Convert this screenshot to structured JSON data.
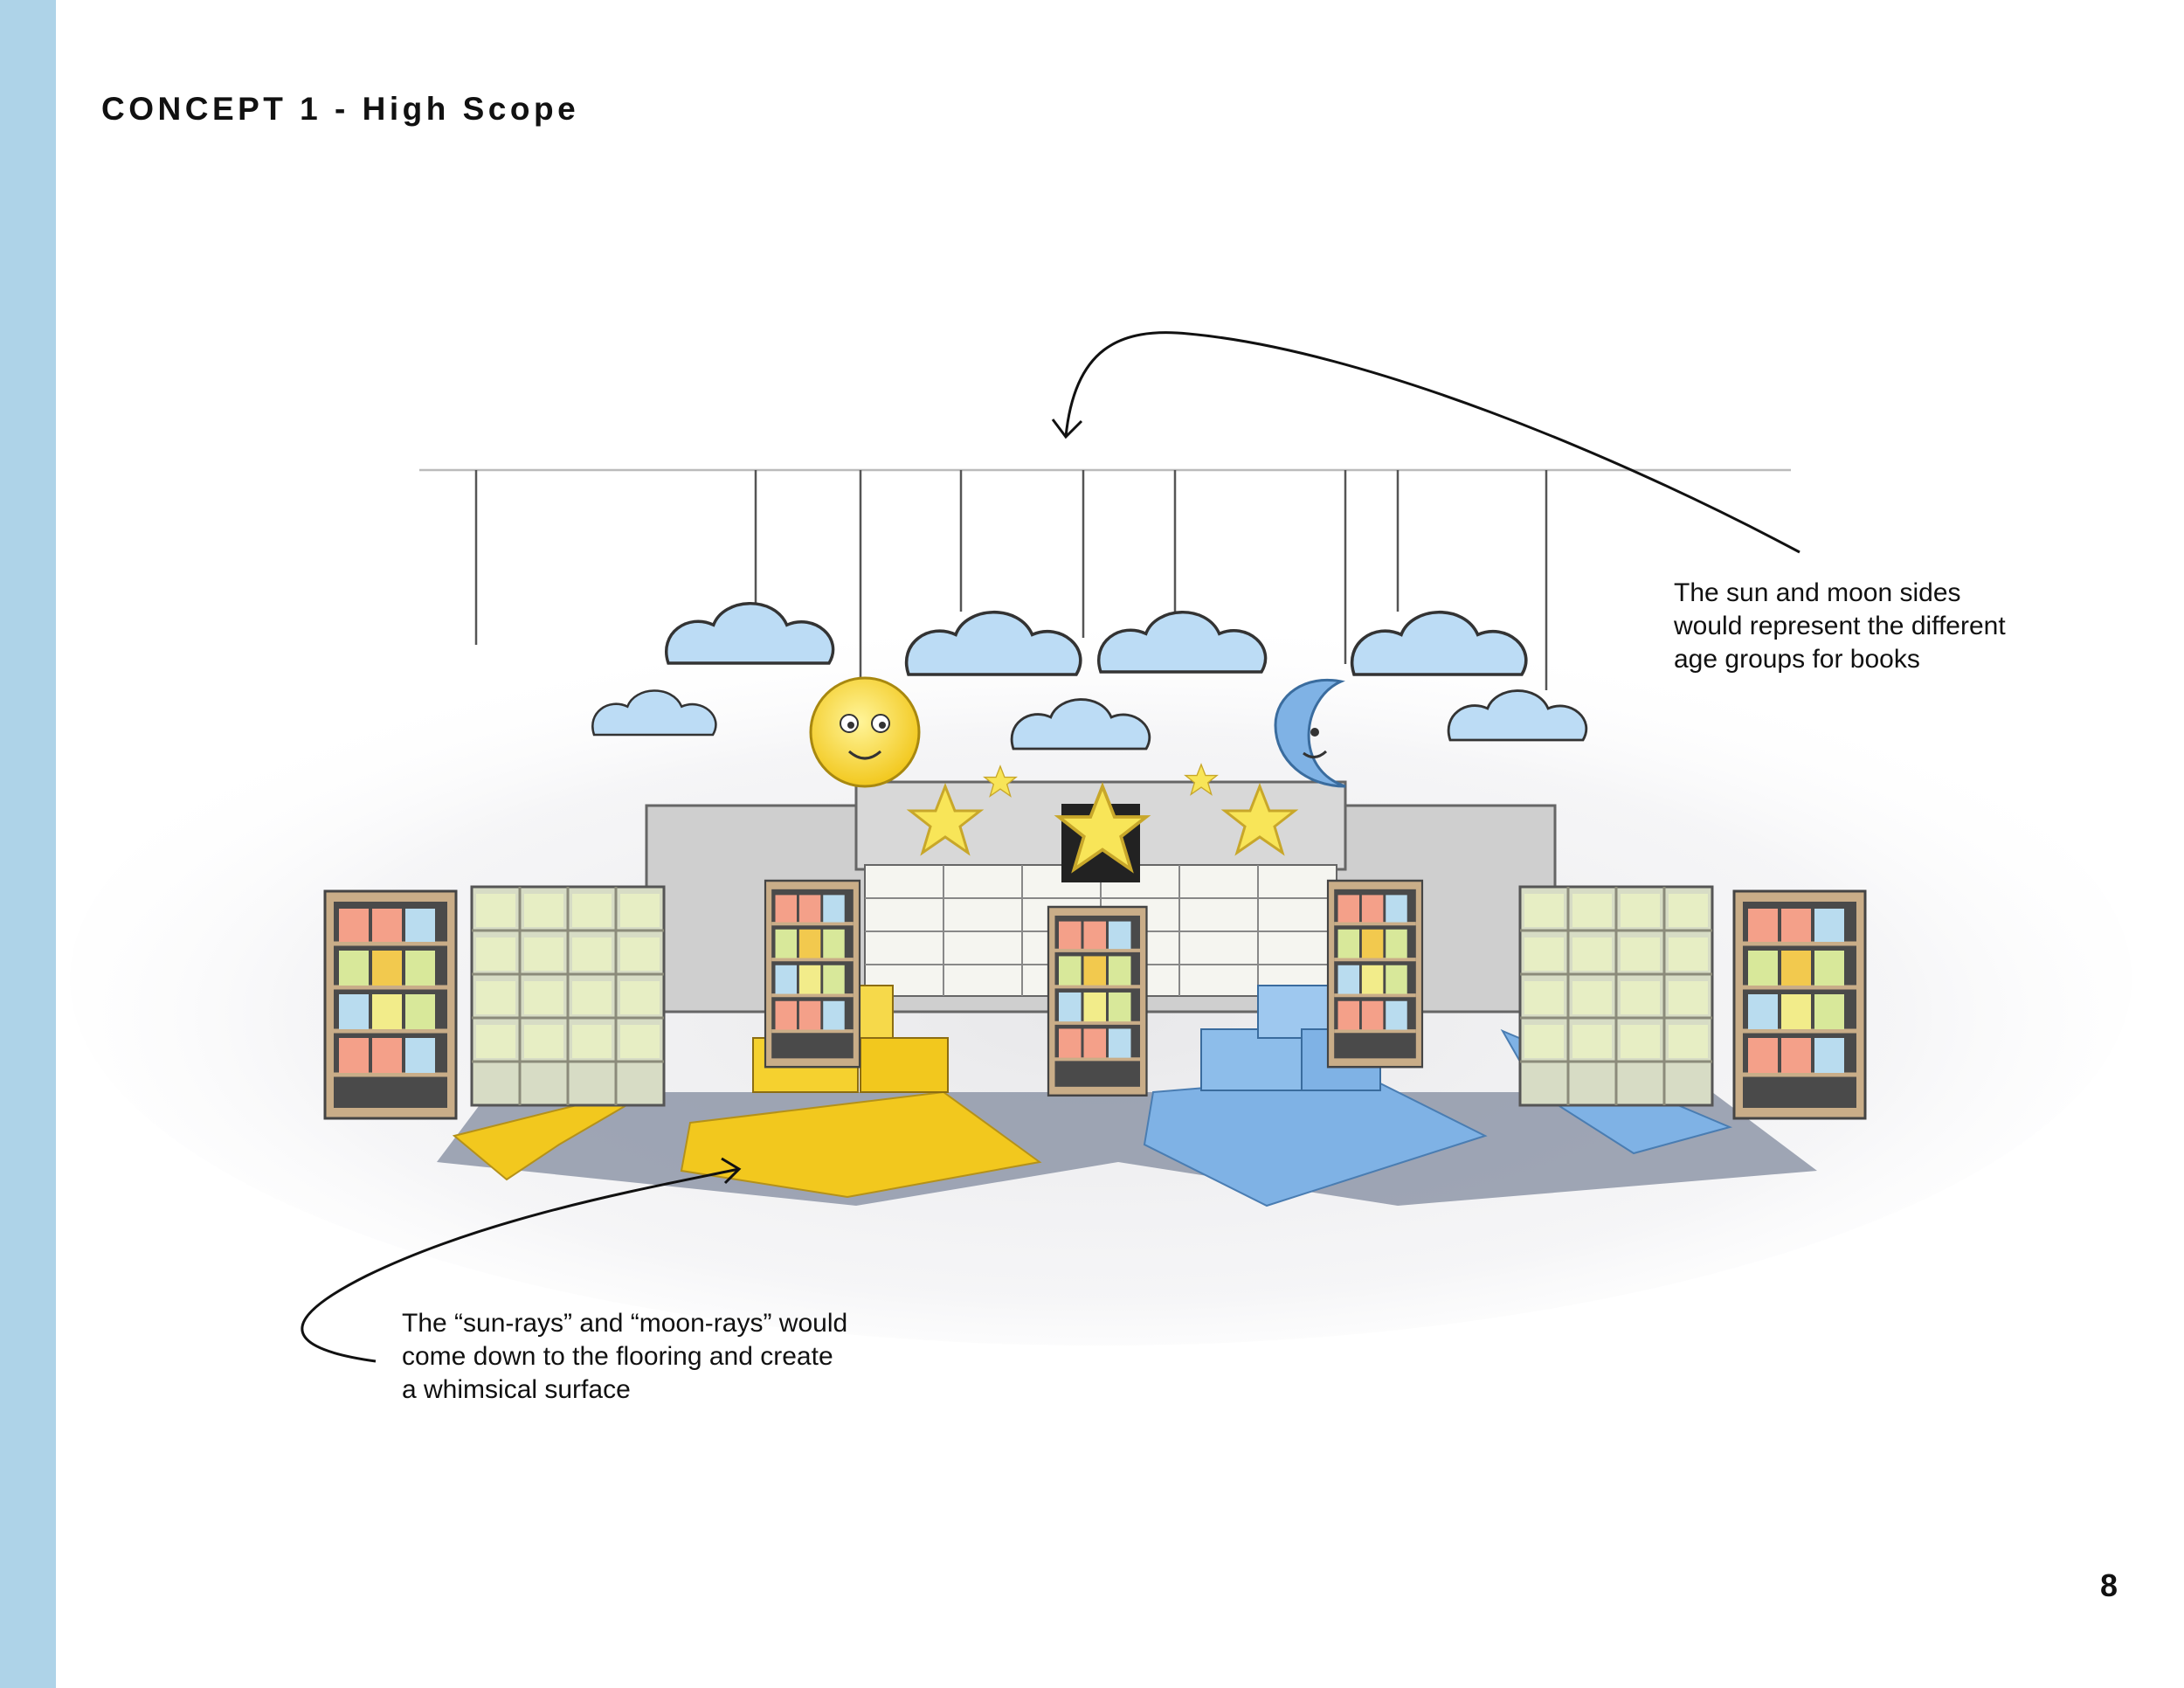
{
  "slide": {
    "title": "CONCEPT 1 - High Scope",
    "page_number": "8"
  },
  "annotations": {
    "top_right": "The sun and moon sides\nwould represent the different\nage groups for books",
    "bottom_left": "The “sun-rays” and “moon-rays” would\ncome down to the flooring and create\na whimsical surface"
  },
  "illustration": {
    "elements": [
      "cloud-icon",
      "sun-icon",
      "moon-icon",
      "star-icon",
      "bookshelf",
      "cube-seat",
      "floor-rays"
    ],
    "colors": {
      "accent_bar": "#aed3e8",
      "sun_yellow": "#f2c81e",
      "moon_blue": "#7fb2e5",
      "cloud_blue": "#bcdcf5",
      "star_yellow": "#f8e558",
      "floor_gray": "#8e96a8",
      "wall_gray": "#cfcfcf"
    }
  }
}
